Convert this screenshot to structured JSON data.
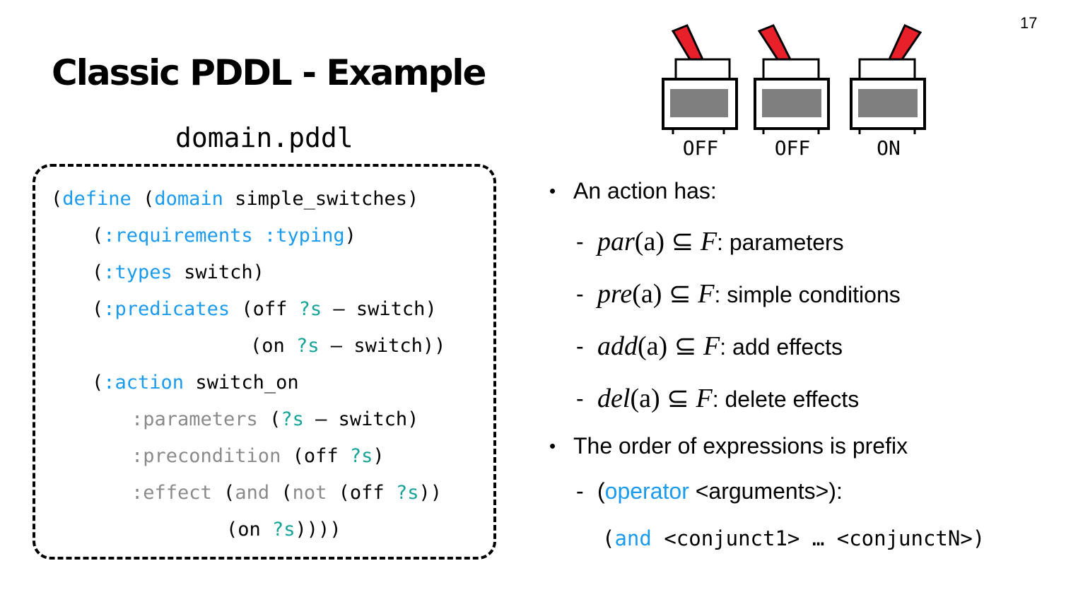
{
  "slide": {
    "page_number": "17",
    "title": "Classic PDDL - Example",
    "filename": "domain.pddl"
  },
  "code": {
    "l1": {
      "p1": "(",
      "kw1": "define",
      "p2": " (",
      "kw2": "domain",
      "p3": " simple_switches)"
    },
    "l2": {
      "p1": "(",
      "kw1": ":requirements",
      "p2": " ",
      "kw2": ":typing",
      "p3": ")"
    },
    "l3": {
      "p1": "(",
      "kw1": ":types",
      "p2": " switch)"
    },
    "l4": {
      "p1": "(",
      "kw1": ":predicates",
      "p2": " (off ",
      "var1": "?s",
      "p3": " – switch)"
    },
    "l5": {
      "p1": "(on ",
      "var1": "?s",
      "p2": " – switch))"
    },
    "l6": {
      "p1": "(",
      "kw1": ":action",
      "p2": " switch_on"
    },
    "l7": {
      "g1": ":parameters",
      "p1": " (",
      "var1": "?s",
      "p2": " – switch)"
    },
    "l8": {
      "g1": ":precondition",
      "p1": " (off ",
      "var1": "?s",
      "p2": ")"
    },
    "l9": {
      "g1": ":effect",
      "p1": " (",
      "g2": "and",
      "p2": " (",
      "g3": "not",
      "p3": " (off ",
      "var1": "?s",
      "p4": "))"
    },
    "l10": {
      "p1": "(on ",
      "var1": "?s",
      "p2": "))))"
    }
  },
  "switches": [
    {
      "label": "OFF",
      "state": "off"
    },
    {
      "label": "OFF",
      "state": "off"
    },
    {
      "label": "ON",
      "state": "on"
    }
  ],
  "colors": {
    "keyword": "#1a9bef",
    "variable": "#15a398",
    "secondary": "#8a8a8a",
    "lever": "#e8202a",
    "panel": "#7f7f7f"
  },
  "bullets": {
    "b1": {
      "marker": "•",
      "text": "An action has:"
    },
    "s1": {
      "marker": "-",
      "fn": "par",
      "arg": "(a)",
      "rel": " ⊆ ",
      "set": "F",
      "text": ": parameters"
    },
    "s2": {
      "marker": "-",
      "fn": "pre",
      "arg": "(a)",
      "rel": " ⊆ ",
      "set": "F",
      "text": ": simple conditions"
    },
    "s3": {
      "marker": "-",
      "fn": "add",
      "arg": "(a)",
      "rel": " ⊆ ",
      "set": "F",
      "text": ": add effects"
    },
    "s4": {
      "marker": "-",
      "fn": "del",
      "arg": "(a)",
      "rel": " ⊆ ",
      "set": "F",
      "text": ": delete effects"
    },
    "b2": {
      "marker": "•",
      "text": "The order of expressions is prefix"
    },
    "s5": {
      "marker": "-",
      "p1": "(",
      "operator": "operator",
      "p2": " <arguments>):"
    },
    "and_line": {
      "p1": "(",
      "kw": "and",
      "p2": " <conjunct1> … <conjunctN>)"
    }
  }
}
